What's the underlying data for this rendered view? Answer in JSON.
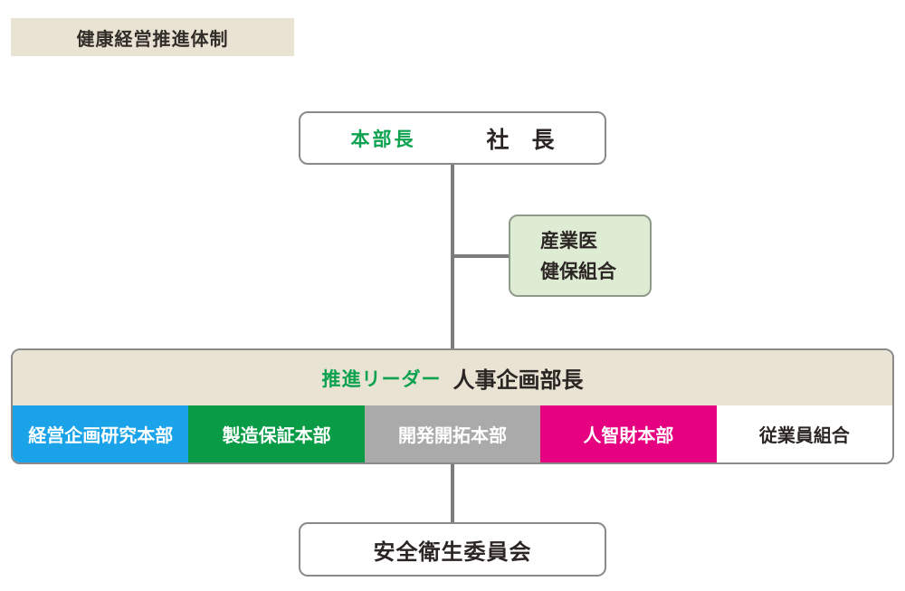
{
  "title": "健康経営推進体制",
  "top_box": {
    "role_label": "本部長",
    "position": "社　長"
  },
  "side_box": {
    "lines": [
      "産業医",
      "健保組合"
    ]
  },
  "leader_box": {
    "role_label": "推進リーダー",
    "position": "人事企画部長"
  },
  "departments": [
    {
      "label": "経営企画研究本部",
      "color": "#1aa3e8",
      "text_color": "#ffffff"
    },
    {
      "label": "製造保証本部",
      "color": "#0a9b46",
      "text_color": "#ffffff"
    },
    {
      "label": "開発開拓本部",
      "color": "#aaaaaa",
      "text_color": "#ffffff"
    },
    {
      "label": "人智財本部",
      "color": "#e5017f",
      "text_color": "#ffffff"
    },
    {
      "label": "従業員組合",
      "color": "#ffffff",
      "text_color": "#2b2523"
    }
  ],
  "bottom_box": {
    "label": "安全衛生委員会"
  },
  "colors": {
    "accent_green_text": "#0ca24f",
    "beige_panel": "#e9e3d3",
    "light_green_panel": "#deecd4",
    "connector_line": "#7c7c7c",
    "box_border": "#8a8a8a"
  }
}
